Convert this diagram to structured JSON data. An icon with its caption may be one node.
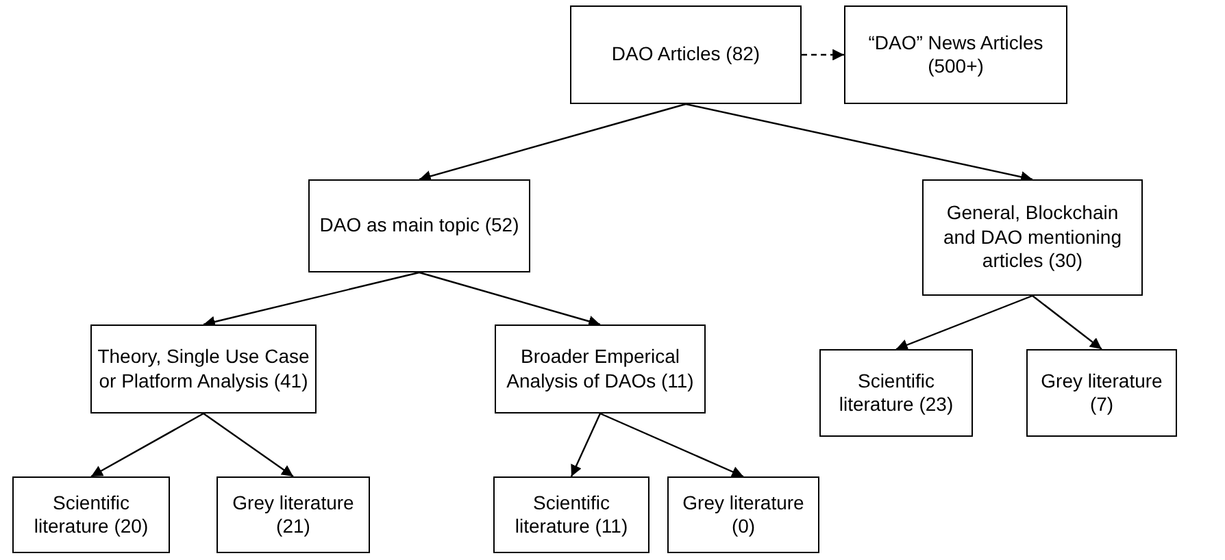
{
  "diagram": {
    "nodes": [
      {
        "text": [
          "DAO Articles (82)"
        ]
      },
      {
        "text": [
          "“DAO” News Articles (500+)"
        ]
      },
      {
        "text": [
          "DAO as main topic (52)"
        ]
      },
      {
        "text": [
          "General, Blockchain and DAO mentioning articles (30)"
        ]
      },
      {
        "text": [
          "Theory, Single Use Case or Platform Analysis (41)"
        ]
      },
      {
        "text": [
          "Broader Emperical Analysis of DAOs (11)"
        ]
      },
      {
        "text": [
          "Scientific literature (20)"
        ]
      },
      {
        "text": [
          "Grey literature (21)"
        ]
      },
      {
        "text": [
          "Scientific literature (11)"
        ]
      },
      {
        "text": [
          "Grey literature (0)"
        ]
      },
      {
        "text": [
          "Scientific literature (23)"
        ]
      },
      {
        "text": [
          "Grey literature (7)"
        ]
      }
    ],
    "edges": [
      {
        "from": 0,
        "to": 1,
        "arrow": "to",
        "style": "dashed"
      },
      {
        "from": 0,
        "to": 2,
        "arrow": "to"
      },
      {
        "from": 0,
        "to": 3,
        "arrow": "to"
      },
      {
        "from": 2,
        "to": 4,
        "arrow": "to"
      },
      {
        "from": 2,
        "to": 5,
        "arrow": "to"
      },
      {
        "from": 3,
        "to": 10,
        "arrow": "to"
      },
      {
        "from": 3,
        "to": 11,
        "arrow": "to"
      },
      {
        "from": 4,
        "to": 6,
        "arrow": "to"
      },
      {
        "from": 4,
        "to": 7,
        "arrow": "to"
      },
      {
        "from": 5,
        "to": 8,
        "arrow": "to"
      },
      {
        "from": 5,
        "to": 9,
        "arrow": "to"
      }
    ]
  }
}
